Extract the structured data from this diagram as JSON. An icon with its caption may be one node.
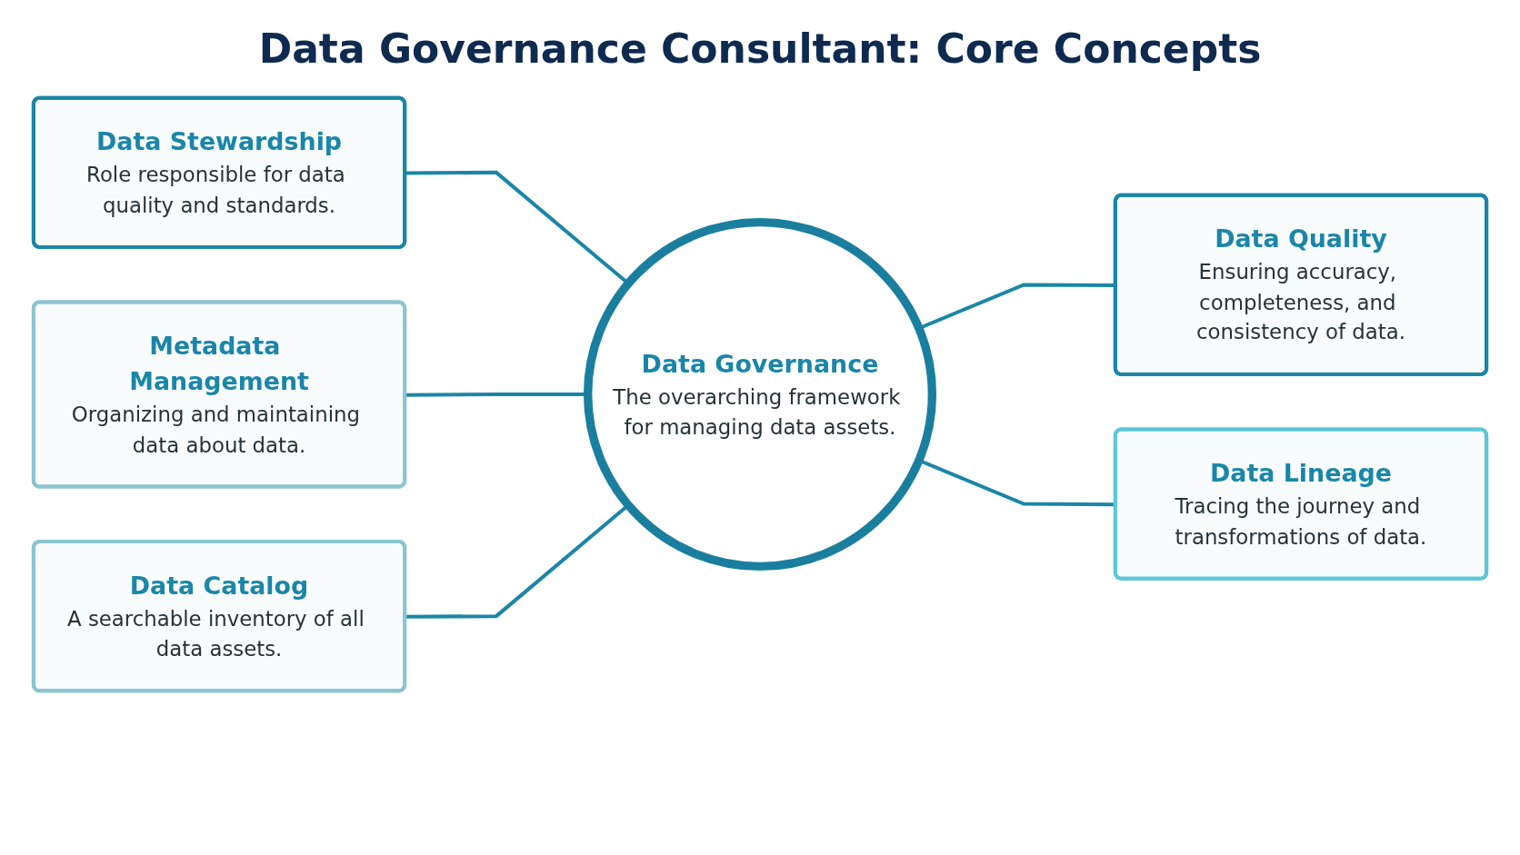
{
  "diagram": {
    "title": "Data Governance Consultant: Core Concepts",
    "nodes": [
      {
        "text": [
          "Data Stewardship",
          "Role responsible for data quality and standards."
        ]
      },
      {
        "text": [
          "Data Quality",
          "Ensuring accuracy, completeness, and consistency of data."
        ]
      },
      {
        "text": [
          "Metadata Management",
          "Organizing and maintaining data about data."
        ]
      },
      {
        "text": [
          "Data Governance",
          "The overarching framework for managing data assets."
        ]
      },
      {
        "text": [
          "Data Lineage",
          "Tracing the journey and transformations of data."
        ]
      },
      {
        "text": [
          "Data Catalog",
          "A searchable inventory of all data assets."
        ]
      }
    ],
    "edges": [
      {
        "from": 0,
        "to": 3,
        "arrow": "none"
      },
      {
        "from": 3,
        "to": 1,
        "arrow": "none"
      },
      {
        "from": 2,
        "to": 3,
        "arrow": "none"
      },
      {
        "from": 3,
        "to": 4,
        "arrow": "none"
      },
      {
        "from": 5,
        "to": 3,
        "arrow": "none"
      }
    ]
  }
}
